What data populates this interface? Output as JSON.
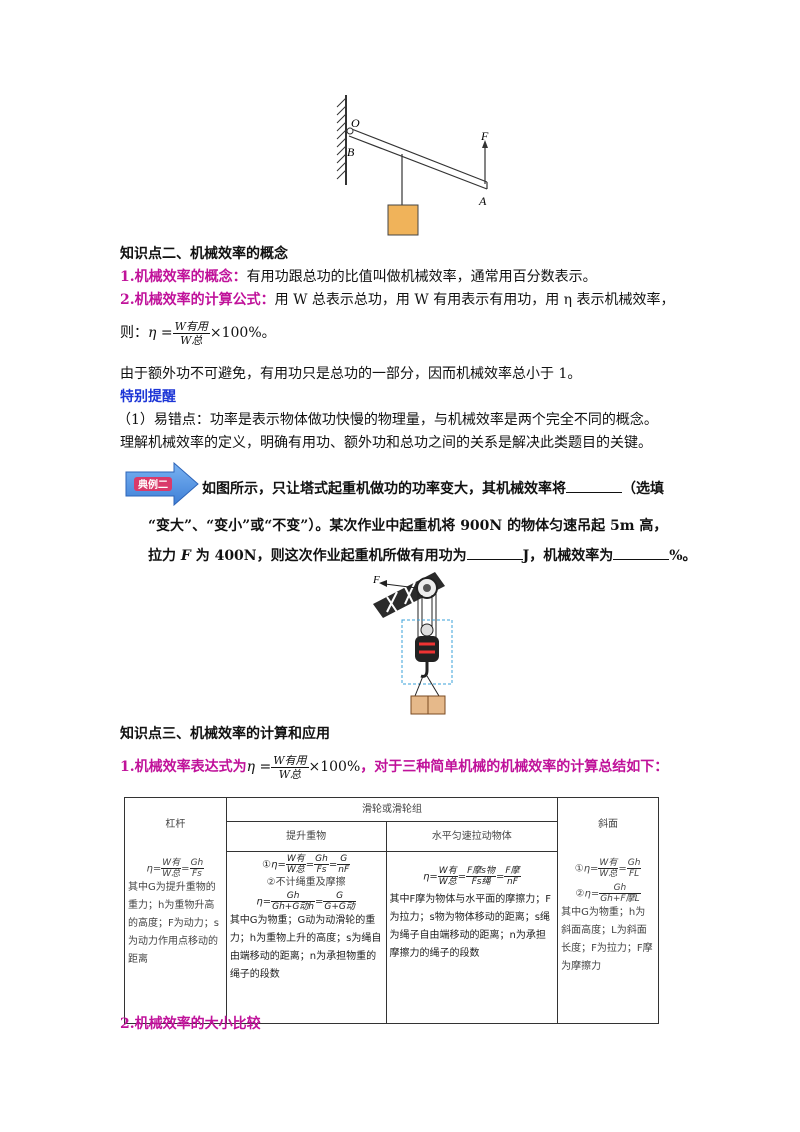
{
  "lever_figure": {
    "label_o": "O",
    "label_b": "B",
    "label_a": "A",
    "label_f": "F"
  },
  "section2": {
    "title": "知识点二、机械效率的概念",
    "concept_label": "1.机械效率的概念：",
    "concept_text": "有用功跟总功的比值叫做机械效率，通常用百分数表示。",
    "formula_label": "2.机械效率的计算公式：",
    "formula_text": "用 W 总表示总功，用 W 有用表示有用功，用 η 表示机械效率，",
    "then_prefix": "则：",
    "eta": "η =",
    "num": "W有用",
    "den": "W总",
    "times100": "×100%",
    "period": "。",
    "explain": "由于额外功不可避免，有用功只是总功的一部分，因而机械效率总小于 1。"
  },
  "reminder": {
    "title": "特别提醒",
    "item1": "（1）易错点：功率是表示物体做功快慢的物理量，与机械效率是两个完全不同的概念。",
    "item2": "理解机械效率的定义，明确有用功、额外功和总功之间的关系是解决此类题目的关键。"
  },
  "example": {
    "badge": "典例二",
    "line1": "如图所示，只让塔式起重机做功的功率变大，其机械效率将",
    "line1_end": "（选填",
    "line2": "“变大”、“变小”或“不变”）。某次作业中起重机将 900N 的物体匀速吊起 5m 高，",
    "line3_a": "拉力 ",
    "line3_f": "F",
    "line3_b": " 为 400N，则这次作业起重机所做有用功为",
    "line3_c": "J，机械效率为",
    "line3_d": "%。",
    "crane_f": "F"
  },
  "section3": {
    "title": "知识点三、机械效率的计算和应用",
    "item1_prefix": "1.机械效率表达式为",
    "eta": "η =",
    "num": "W有用",
    "den": "W总",
    "times100": "×100%",
    "item1_suffix": "，对于三种简单机械的机械效率的计算总结如下：",
    "item2": "2.机械效率的大小比较"
  },
  "table": {
    "lever_header": "杠杆",
    "pulley_header": "滑轮或滑轮组",
    "lift_header": "提升重物",
    "horizontal_header": "水平匀速拉动物体",
    "incline_header": "斜面",
    "lever_formula_a": "η=",
    "lever_num1": "W有",
    "lever_den1": "W总",
    "lever_eq": "=",
    "lever_num2": "Gh",
    "lever_den2": "Fs",
    "lever_note": "其中G为提升重物的重力；h为重物升高的高度；F为动力；s为动力作用点移动的距离",
    "lift_f1_prefix": "①η=",
    "lift_f1_n1": "W有",
    "lift_f1_d1": "W总",
    "lift_f1_n2": "Gh",
    "lift_f1_d2": "Fs",
    "lift_f1_n3": "G",
    "lift_f1_d3": "nF",
    "lift_f2_title": "②不计绳重及摩擦",
    "lift_f2_prefix": "η=",
    "lift_f2_n1": "Gh",
    "lift_f2_d1": "Gh+G动h",
    "lift_f2_n2": "G",
    "lift_f2_d2": "G+G动",
    "lift_note": "其中G为物重；G动为动滑轮的重力；h为重物上升的高度；s为绳自由端移动的距离；n为承担物重的绳子的段数",
    "horiz_prefix": "η=",
    "horiz_n1": "W有",
    "horiz_d1": "W总",
    "horiz_n2": "F摩s物",
    "horiz_d2": "Fs绳",
    "horiz_n3": "F摩",
    "horiz_d3": "nF",
    "horiz_note": "其中F摩为物体与水平面的摩擦力；F为拉力；s物为物体移动的距离；s绳为绳子自由端移动的距离；n为承担摩擦力的绳子的段数",
    "incl_f1_prefix": "①η=",
    "incl_f1_n1": "W有",
    "incl_f1_d1": "W总",
    "incl_f1_n2": "Gh",
    "incl_f1_d2": "FL",
    "incl_f2_prefix": "②η=",
    "incl_f2_n": "Gh",
    "incl_f2_d": "Gh+F摩L",
    "incline_note": "其中G为物重；h为斜面高度；L为斜面长度；F为拉力；F摩为摩擦力"
  }
}
